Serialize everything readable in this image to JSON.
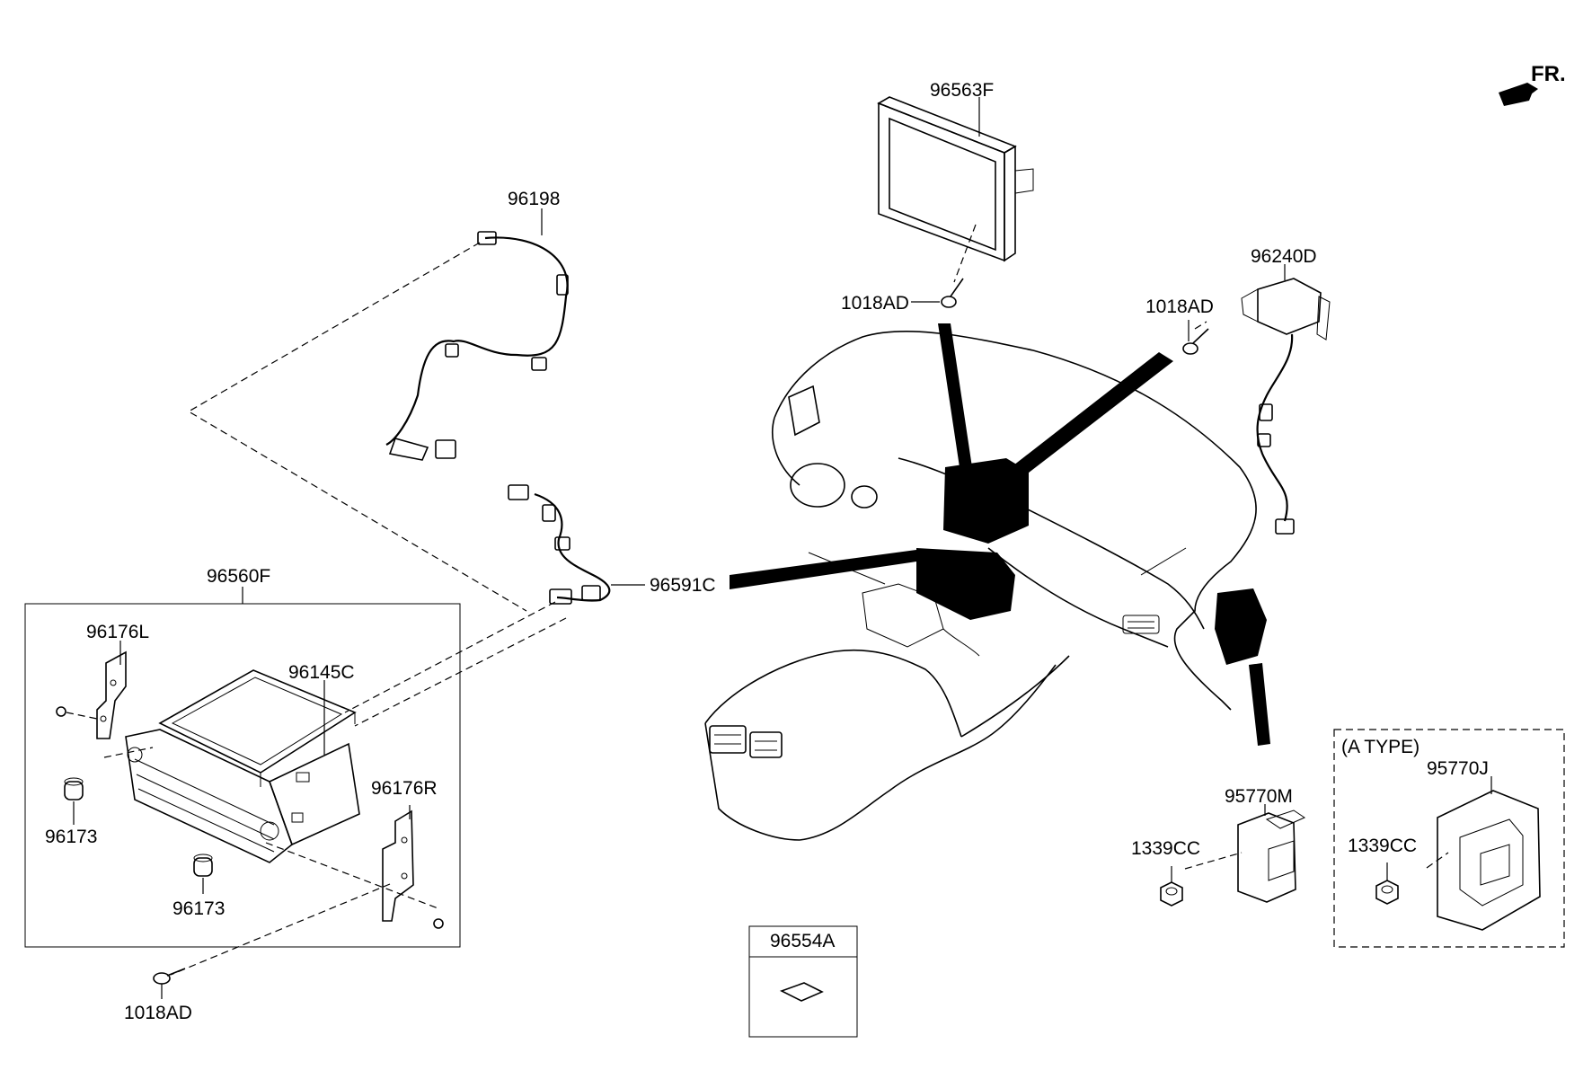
{
  "direction_label": "FR.",
  "variant_label": "(A TYPE)",
  "parts": {
    "audio_unit": "96560F",
    "bracket_left": "96176L",
    "bracket_right": "96176R",
    "case": "96145C",
    "knob_1": "96173",
    "knob_2": "96173",
    "screw_bottom": "1018AD",
    "cable_96198": "96198",
    "cable_96591c": "96591C",
    "display": "96563F",
    "screw_display": "1018AD",
    "module_96240d": "96240D",
    "screw_module": "1018AD",
    "card": "96554A",
    "module_95770m": "95770M",
    "nut_1": "1339CC",
    "module_95770j": "95770J",
    "nut_2": "1339CC"
  },
  "icons": {
    "front_arrow": "front-direction-arrow-icon"
  }
}
